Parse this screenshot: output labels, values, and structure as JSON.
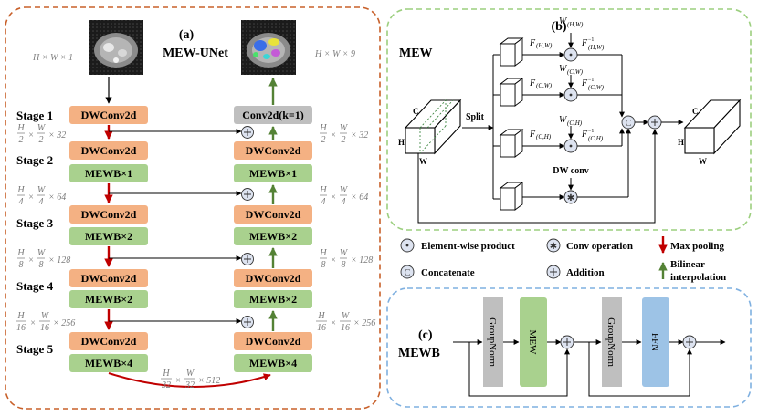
{
  "panel_a": {
    "tag": "(a)",
    "title": "MEW-UNet",
    "input_dim": "H × W × 1",
    "output_dim": "H × W × 9",
    "stages": [
      "Stage 1",
      "Stage 2",
      "Stage 3",
      "Stage 4",
      "Stage 5"
    ],
    "encoder": {
      "dwconv": "DWConv2d",
      "mewb": [
        "MEWB×1",
        "MEWB×2",
        "MEWB×2",
        "MEWB×4"
      ]
    },
    "decoder": {
      "head": "Conv2d(k=1)",
      "dwconv": "DWConv2d",
      "mewb": [
        "MEWB×1",
        "MEWB×2",
        "MEWB×2",
        "MEWB×4"
      ]
    },
    "dims": [
      {
        "h": "H",
        "hd": "2",
        "w": "W",
        "wd": "2",
        "c": "× 32"
      },
      {
        "h": "H",
        "hd": "4",
        "w": "W",
        "wd": "4",
        "c": "× 64"
      },
      {
        "h": "H",
        "hd": "8",
        "w": "W",
        "wd": "8",
        "c": "× 128"
      },
      {
        "h": "H",
        "hd": "16",
        "w": "W",
        "wd": "16",
        "c": "× 256"
      },
      {
        "h": "H",
        "hd": "32",
        "w": "W",
        "wd": "32",
        "c": "× 512"
      }
    ],
    "times": "×"
  },
  "panel_b": {
    "tag": "(b)",
    "title": "MEW",
    "split": "Split",
    "cube_in": {
      "c": "C",
      "h": "H",
      "w": "W"
    },
    "cube_out": {
      "c": "C",
      "h": "H",
      "w": "W"
    },
    "branches": [
      {
        "weight": "W",
        "weight_sub": "(H,W)",
        "f": "F",
        "f_sub": "(H,W)",
        "finv": "F",
        "finv_sub": "(H,W)",
        "finv_sup": "−1"
      },
      {
        "weight": "W",
        "weight_sub": "(C,W)",
        "f": "F",
        "f_sub": "(C,W)",
        "finv": "F",
        "finv_sub": "(C,W)",
        "finv_sup": "−1"
      },
      {
        "weight": "W",
        "weight_sub": "(C,H)",
        "f": "F",
        "f_sub": "(C,H)",
        "finv": "F",
        "finv_sub": "(C,H)",
        "finv_sup": "−1"
      }
    ],
    "dwconv": "DW conv",
    "concat_symbol": "C"
  },
  "legend": {
    "elementwise": "Element-wise product",
    "convop": "Conv operation",
    "maxpool": "Max pooling",
    "concat": "Concatenate",
    "addition": "Addition",
    "bilinear1": "Bilinear",
    "bilinear2": "interpolation"
  },
  "panel_c": {
    "tag": "(c)",
    "title": "MEWB",
    "blocks": [
      "GroupNorm",
      "MEW",
      "GroupNorm",
      "FFN"
    ]
  },
  "colors": {
    "panel_a_border": "#c8602a",
    "panel_b_border": "#9ccf7f",
    "panel_c_border": "#7fb0e0",
    "dwconv": "#f4b183",
    "mewb": "#a9d18e",
    "conv_head": "#bfbfbf",
    "maxpool_arrow": "#c00000",
    "upsample_arrow": "#548235",
    "groupnorm": "#bfbfbf",
    "mew_block": "#a9d18e",
    "ffn_block": "#9dc3e6",
    "circle_fill": "#dde3f0"
  }
}
